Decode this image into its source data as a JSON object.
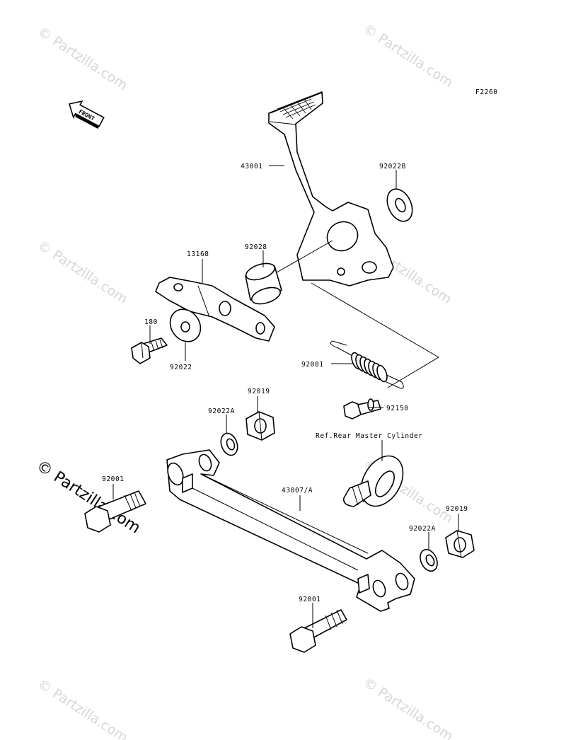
{
  "figure_code": "F2260",
  "front_label": "FRONT",
  "watermark_text": "© Partzilla.com",
  "parts": {
    "brake_pedal": "43001",
    "washer_b": "92022B",
    "collar": "92028",
    "plate": "13168",
    "bolt_small": "180",
    "washer_main": "92022",
    "spring": "92081",
    "bolt_spring": "92150",
    "nut_top": "92019",
    "washer_a_top": "92022A",
    "ref_note": "Ref.Rear Master Cylinder",
    "bolt_left": "92001",
    "rod": "43007/A",
    "nut_right": "92019",
    "washer_a_right": "92022A",
    "bolt_bottom": "92001"
  },
  "colors": {
    "line": "#000000",
    "watermark": "#d6d6d6",
    "background": "#ffffff"
  }
}
